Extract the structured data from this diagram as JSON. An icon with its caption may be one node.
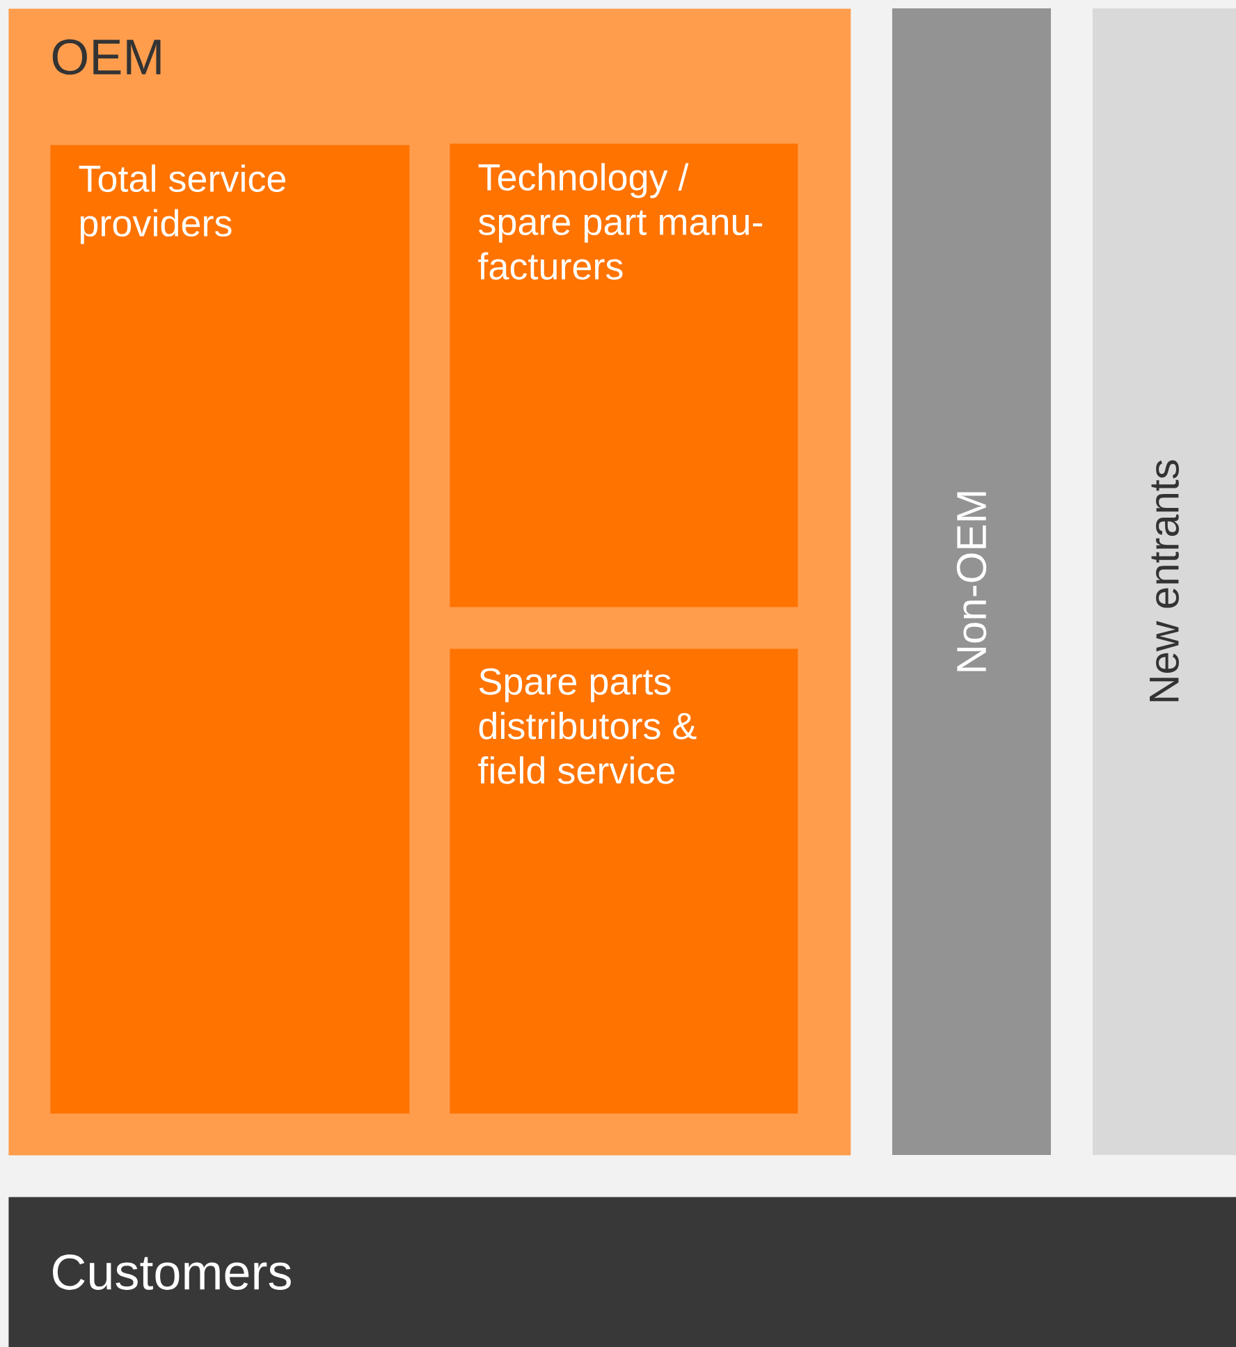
{
  "diagram": {
    "nodes": [
      {
        "text": [
          "OEM"
        ]
      },
      {
        "text": [
          "Total service providers"
        ],
        "in": 0
      },
      {
        "text": [
          "Technology / spare part manu- facturers"
        ],
        "in": 0
      },
      {
        "text": [
          "Spare parts distributors & field service"
        ],
        "in": 0
      },
      {
        "text": [
          "Non-OEM"
        ]
      },
      {
        "text": [
          "New entrants"
        ]
      },
      {
        "text": [
          "Customers"
        ]
      }
    ]
  }
}
